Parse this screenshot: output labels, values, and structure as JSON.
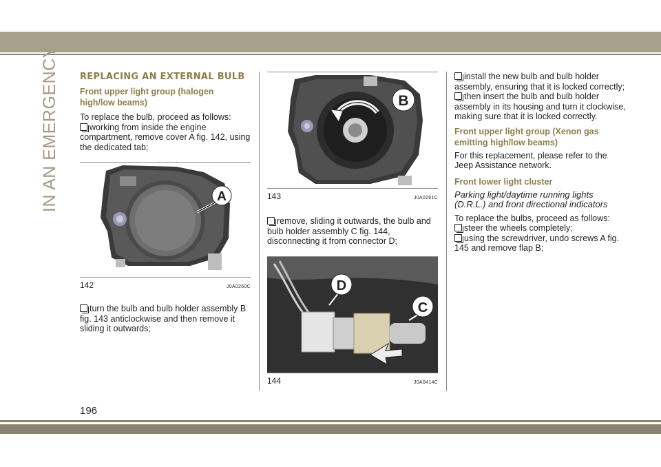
{
  "page": {
    "side_title": "IN AN EMERGENCY",
    "page_number": "196"
  },
  "col1": {
    "section_title": "REPLACING AN EXTERNAL BULB",
    "subhead1": "Front upper light group (halogen high/low beams)",
    "intro": "To replace the bulb, proceed as follows:",
    "bullet1": "working from inside the engine compartment, remove cover A fig. 142, using the dedicated tab;",
    "fig142_num": "142",
    "fig142_code": "J0A0260C",
    "fig142_label": "A",
    "bullet2": "turn the bulb and bulb holder assembly B fig. 143 anticlockwise and then remove it sliding it outwards;"
  },
  "col2": {
    "fig143_num": "143",
    "fig143_code": "J0A0261C",
    "fig143_label": "B",
    "bullet3": "remove, sliding it outwards, the bulb and bulb holder assembly C fig. 144, disconnecting it from connector D;",
    "fig144_num": "144",
    "fig144_code": "J0A0414C",
    "fig144_label_d": "D",
    "fig144_label_c": "C"
  },
  "col3": {
    "bullet4": "install the new bulb and bulb holder assembly, ensuring that it is locked correctly;",
    "bullet5": "then insert the bulb and bulb holder assembly in its housing and turn it clockwise, making sure that it is locked correctly.",
    "subhead2": "Front upper light group (Xenon gas emitting high/low beams)",
    "xenon_text": "For this replacement, please refer to the Jeep Assistance network.",
    "subhead3": "Front lower light cluster",
    "subitalic": "Parking light/daytime running lights (D.R.L.) and front directional indicators",
    "intro2": "To replace the bulbs, proceed as follows:",
    "bullet6": "steer the wheels completely;",
    "bullet7": "using the screwdriver, undo screws A fig. 145 and remove flap B;"
  },
  "colors": {
    "band": "#a8a18b",
    "accent": "#8e7e4c",
    "side_title": "#a39c85"
  }
}
